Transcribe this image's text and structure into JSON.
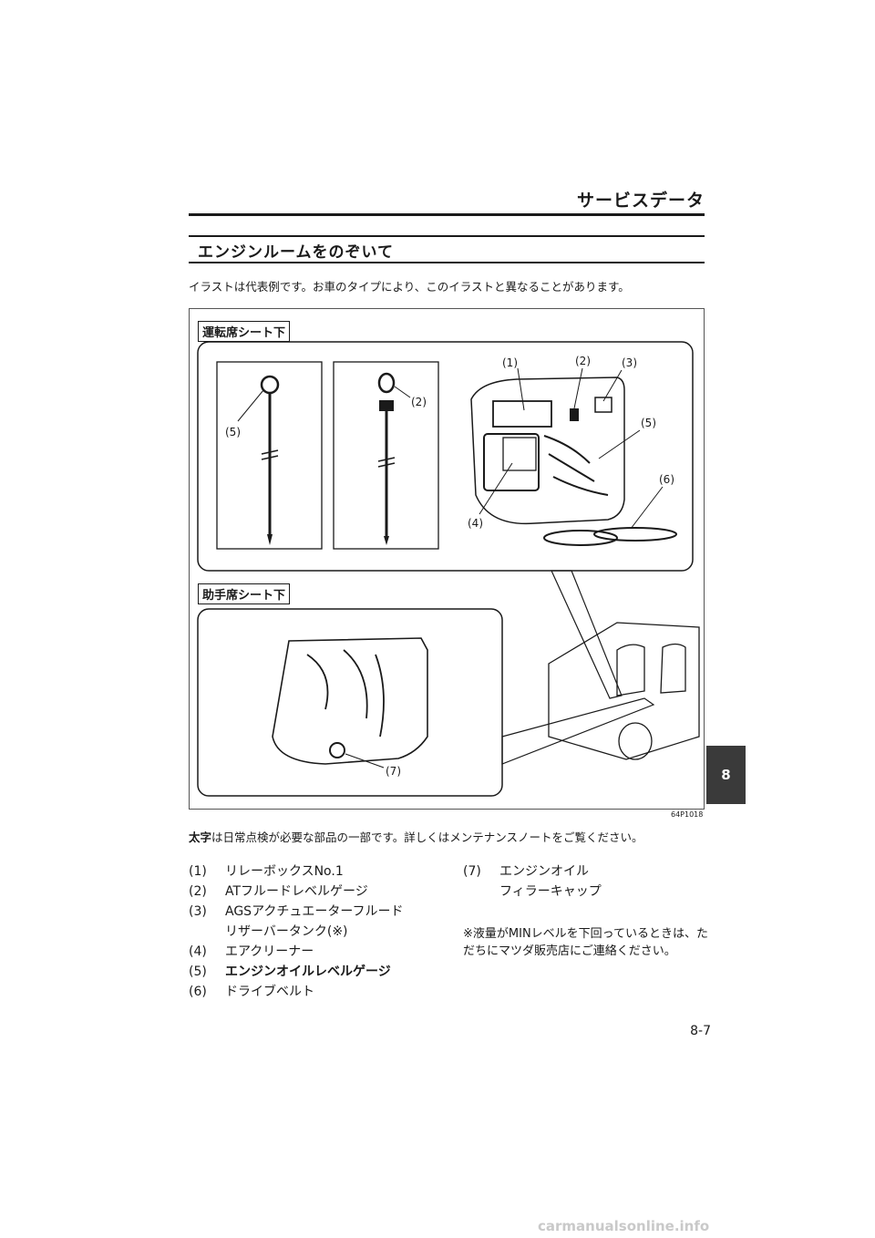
{
  "header": {
    "section_title": "サービスデータ"
  },
  "subheading": "エンジンルームをのぞいて",
  "intro": "イラストは代表例です。お車のタイプにより、このイラストと異なることがあります。",
  "figure": {
    "driver_tag": "運転席シート下",
    "passenger_tag": "助手席シート下",
    "callouts": [
      "(1)",
      "(2)",
      "(3)",
      "(4)",
      "(5)",
      "(6)",
      "(7)"
    ],
    "code": "64P1018"
  },
  "note": {
    "bold": "太字",
    "text": "は日常点検が必要な部品の一部です。詳しくはメンテナンスノートをご覧ください。"
  },
  "parts_left": [
    {
      "num": "(1)",
      "label": "リレーボックスNo.1",
      "bold": false
    },
    {
      "num": "(2)",
      "label": "ATフルードレベルゲージ",
      "bold": false
    },
    {
      "num": "(3)",
      "label": "AGSアクチュエーターフルード",
      "bold": false
    },
    {
      "num": "",
      "label": "リザーバータンク(※)",
      "bold": false
    },
    {
      "num": "(4)",
      "label": "エアクリーナー",
      "bold": false
    },
    {
      "num": "(5)",
      "label": "エンジンオイルレベルゲージ",
      "bold": true
    },
    {
      "num": "(6)",
      "label": "ドライブベルト",
      "bold": false
    }
  ],
  "parts_right": [
    {
      "num": "(7)",
      "label": "エンジンオイル"
    },
    {
      "num": "",
      "label": "フィラーキャップ"
    }
  ],
  "caution": "※液量がMINレベルを下回っているときは、ただちにマツダ販売店にご連絡ください。",
  "chapter_tab": "8",
  "page_number": "8-7",
  "watermark": "carmanualsonline.info"
}
